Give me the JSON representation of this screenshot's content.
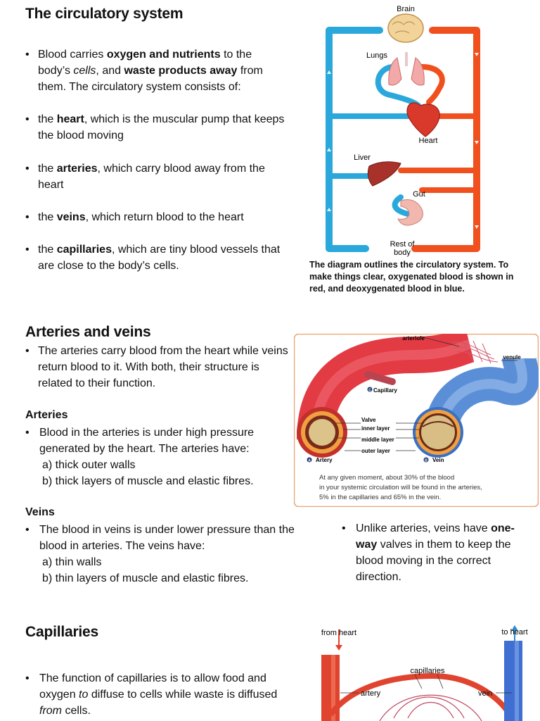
{
  "section1": {
    "title": "The circulatory system",
    "intro": {
      "a": "Blood carries ",
      "b": "oxygen and nutrients",
      "c": " to the body’s ",
      "d": "cells",
      "e": ", and ",
      "f": "waste products away",
      "g": " from them. The circulatory system consists of:"
    },
    "items": [
      {
        "pre": "the ",
        "bold": "heart",
        "post": ", which is the muscular pump that keeps the blood moving"
      },
      {
        "pre": "the ",
        "bold": "arteries",
        "post": ", which carry blood away from the heart"
      },
      {
        "pre": "the ",
        "bold": "veins",
        "post": ", which return blood to the heart"
      },
      {
        "pre": "the ",
        "bold": "capillaries",
        "post": ", which are tiny blood vessels that are close to the body’s cells."
      }
    ],
    "diagram_labels": {
      "brain": "Brain",
      "lungs": "Lungs",
      "heart": "Heart",
      "liver": "Liver",
      "gut": "Gut",
      "rest1": "Rest of",
      "rest2": "body"
    },
    "caption": "The diagram outlines the circulatory system. To make things clear, oxygenated blood is shown in red, and deoxygenated blood in blue."
  },
  "section2": {
    "title": "Arteries and veins",
    "intro": "The arteries carry blood from the heart while veins return blood to it. With both, their structure is related to their function.",
    "arteries": {
      "heading": "Arteries",
      "bullet": "Blood in the arteries is under high pressure generated by the heart. The arteries have:",
      "a": "a) thick outer walls",
      "b": "b) thick layers of muscle and elastic fibres."
    },
    "veins": {
      "heading": "Veins",
      "bullet": "The blood in veins is under lower pressure than the blood in arteries. The veins have:",
      "a": "a) thin walls",
      "b": "b) thin layers of muscle and elastic fibres."
    },
    "valves_note": {
      "pre": "Unlike arteries, veins have ",
      "bold": "one-way",
      "post": " valves in them to keep the blood moving in the correct direction."
    },
    "figure": {
      "arteriole": "arteriole",
      "venule": "venule",
      "capillary": "Capillary",
      "valve": "Valve",
      "inner": "inner layer",
      "middle": "middle layer",
      "outer": "outer layer",
      "artery": "Artery",
      "vein": "Vein",
      "marker_a": "A",
      "marker_b": "B",
      "marker_c": "C",
      "caption1": "At any given moment, about 30% of the blood",
      "caption2": "in your systemic circulation will be found in the arteries,",
      "caption3": "5% in the capillaries and 65% in the vein."
    }
  },
  "section3": {
    "title": "Capillaries",
    "text": {
      "a": "The function of capillaries is to allow food and oxygen ",
      "b": "to",
      "c": " diffuse to cells while waste is diffused ",
      "d": "from",
      "e": " cells."
    },
    "figure": {
      "from_heart": "from heart",
      "to_heart": "to heart",
      "capillaries": "capillaries",
      "artery": "artery",
      "vein": "vein"
    }
  },
  "colors": {
    "red": "#e8431f",
    "blue": "#2aa8dc",
    "border": "#e8a472"
  }
}
